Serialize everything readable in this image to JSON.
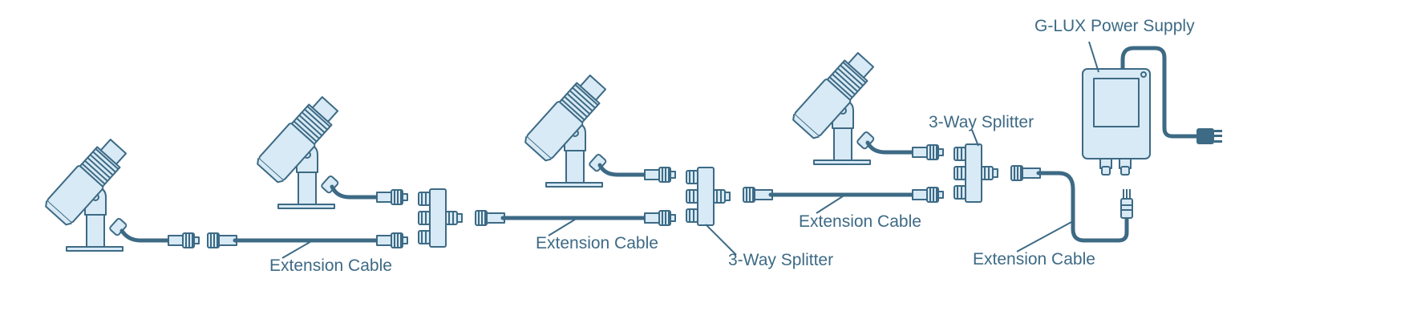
{
  "diagram": {
    "title": "",
    "labels": {
      "power_supply": "G-LUX Power Supply",
      "splitter_right": "3-Way Splitter",
      "splitter_middle": "3-Way Splitter",
      "cable_1": "Extension Cable",
      "cable_2": "Extension Cable",
      "cable_3": "Extension Cable",
      "cable_4": "Extension Cable"
    },
    "colors": {
      "stroke": "#3d6a85",
      "fill": "#d8eaf5",
      "text": "#3d6a85"
    },
    "components": [
      {
        "type": "spotlight",
        "count": 4,
        "icon": "spotlight-icon"
      },
      {
        "type": "splitter",
        "count": 3,
        "icon": "three-way-splitter-icon"
      },
      {
        "type": "extension-cable",
        "count": 4,
        "icon": "cable-icon"
      },
      {
        "type": "power-supply",
        "count": 1,
        "icon": "power-supply-icon"
      },
      {
        "type": "mains-plug",
        "count": 1,
        "icon": "plug-icon"
      }
    ]
  }
}
